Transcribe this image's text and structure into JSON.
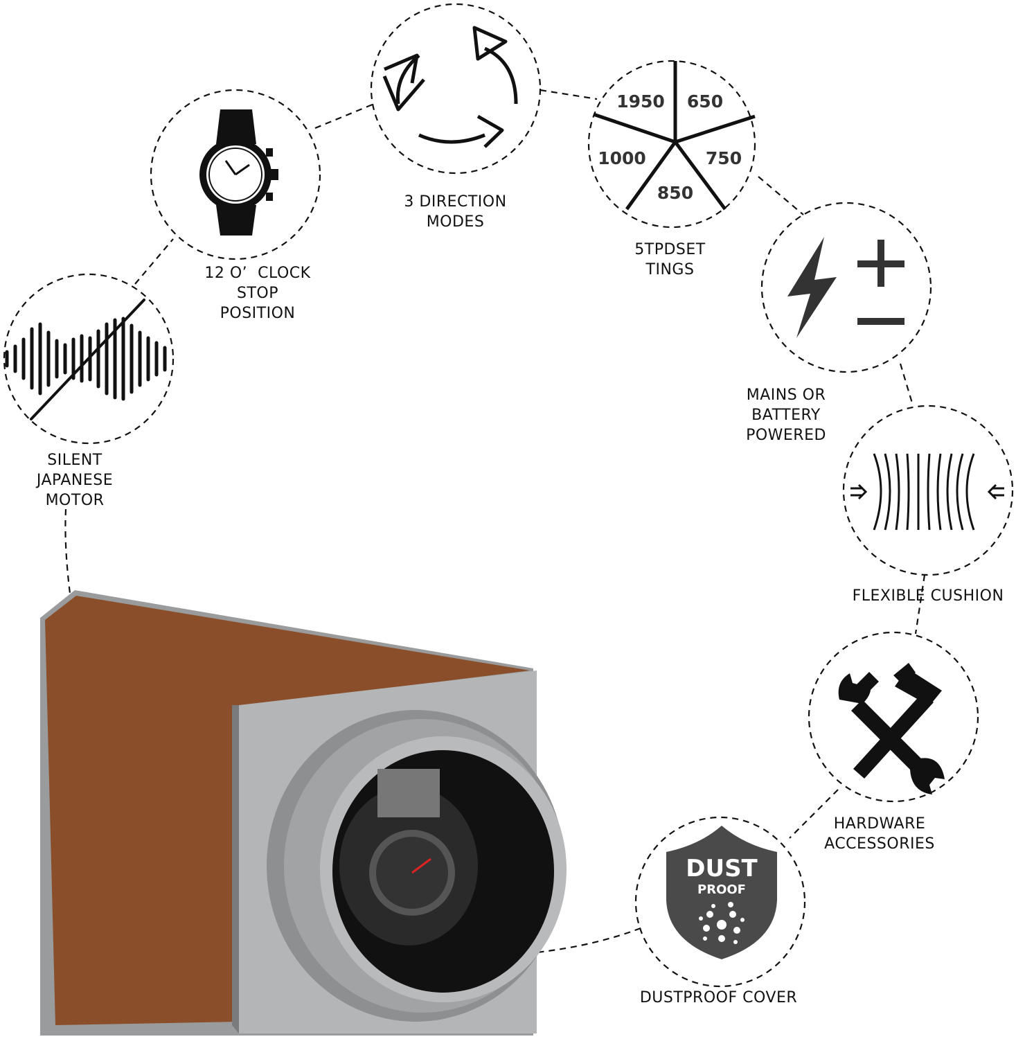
{
  "features": [
    {
      "label": "SILENT\nJAPANESE\nMOTOR",
      "icon": "sound-wave-muted-icon"
    },
    {
      "label": "12 O’  CLOCK\nSTOP\nPOSITION",
      "icon": "wristwatch-icon"
    },
    {
      "label": "3 DIRECTION\nMODES",
      "icon": "rotation-arrows-icon"
    },
    {
      "label": "5TPDSET\nTINGS",
      "icon": "tpd-settings-icon",
      "tpd_values": [
        "1950",
        "650",
        "1000",
        "750",
        "850"
      ]
    },
    {
      "label": "MAINS OR\nBATTERY\nPOWERED",
      "icon": "power-plus-minus-icon"
    },
    {
      "label": "FLEXIBLE CUSHION",
      "icon": "cushion-compress-icon"
    },
    {
      "label": "HARDWARE\nACCESSORIES",
      "icon": "wrench-hammer-icon"
    },
    {
      "label": "DUSTPROOF COVER",
      "icon": "dust-proof-shield-icon",
      "badge_line1": "DUST",
      "badge_line2": "PROOF"
    }
  ],
  "colors": {
    "leather": "#8a4f2a",
    "metal": "#a9aaac",
    "badge": "#4a4a4a"
  }
}
